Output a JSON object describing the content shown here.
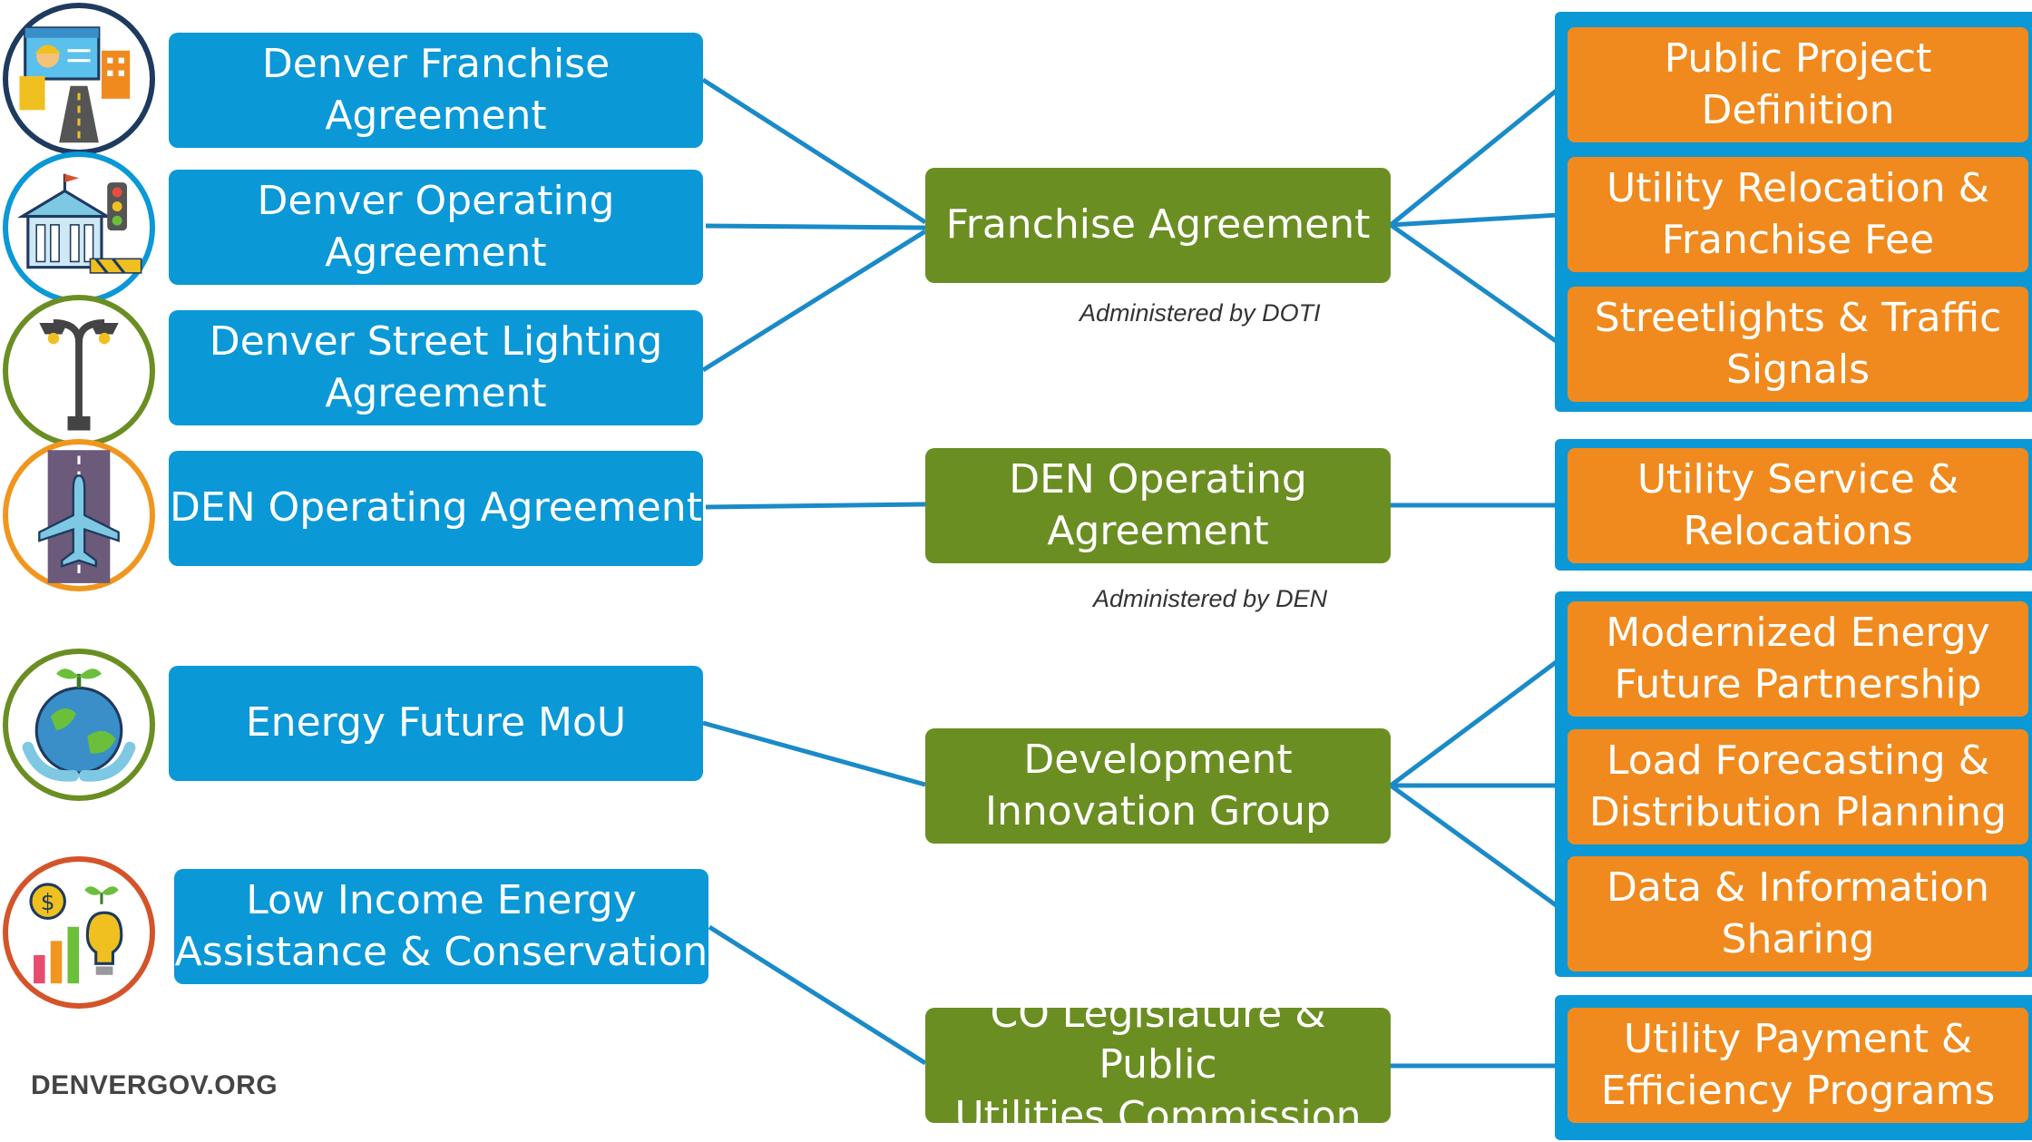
{
  "left_boxes": [
    {
      "id": "denver-franchise-agreement",
      "label": "Denver Franchise\nAgreement"
    },
    {
      "id": "denver-operating-agreement",
      "label": "Denver Operating\nAgreement"
    },
    {
      "id": "denver-street-lighting-agreement",
      "label": "Denver Street Lighting\nAgreement"
    },
    {
      "id": "den-operating-agreement",
      "label": "DEN Operating Agreement"
    },
    {
      "id": "energy-future-mou",
      "label": "Energy Future MoU"
    },
    {
      "id": "low-income-energy-assistance",
      "label": "Low Income Energy\nAssistance & Conservation"
    }
  ],
  "middle_boxes": [
    {
      "id": "franchise-agreement",
      "label": "Franchise Agreement"
    },
    {
      "id": "den-operating-agreement-mid",
      "label": "DEN Operating\nAgreement"
    },
    {
      "id": "development-innovation-group",
      "label": "Development\nInnovation Group"
    },
    {
      "id": "co-legislature-puc",
      "label": "CO Legislature & Public\nUtilities Commission"
    }
  ],
  "notes": {
    "doti": "Administered by DOTI",
    "den": "Administered by DEN"
  },
  "right_boxes": [
    {
      "id": "public-project-definition",
      "label": "Public Project\nDefinition"
    },
    {
      "id": "utility-relocation-franchise-fee",
      "label": "Utility Relocation &\nFranchise Fee"
    },
    {
      "id": "streetlights-traffic-signals",
      "label": "Streetlights & Traffic\nSignals"
    },
    {
      "id": "utility-service-relocations",
      "label": "Utility Service &\nRelocations"
    },
    {
      "id": "modernized-energy-future-partnership",
      "label": "Modernized Energy\nFuture Partnership"
    },
    {
      "id": "load-forecasting-distribution-planning",
      "label": "Load Forecasting &\nDistribution Planning"
    },
    {
      "id": "data-information-sharing",
      "label": "Data & Information\nSharing"
    },
    {
      "id": "utility-payment-efficiency",
      "label": "Utility Payment &\nEfficiency Programs"
    }
  ],
  "icons": [
    {
      "name": "construction-worker-road-icon",
      "border": "#1e3a5f"
    },
    {
      "name": "city-hall-traffic-light-icon",
      "border": "#0b98d6"
    },
    {
      "name": "street-lamp-icon",
      "border": "#6b8e23"
    },
    {
      "name": "airplane-runway-icon",
      "border": "#f0961e"
    },
    {
      "name": "earth-hands-sprout-icon",
      "border": "#6b8e23"
    },
    {
      "name": "money-growth-bulb-icon",
      "border": "#d4542a"
    }
  ],
  "colors": {
    "blue": "#0b98d6",
    "green": "#6b8e23",
    "orange": "#f08a1e",
    "line": "#1a8ac8"
  },
  "footer": "DENVERGOV.ORG"
}
